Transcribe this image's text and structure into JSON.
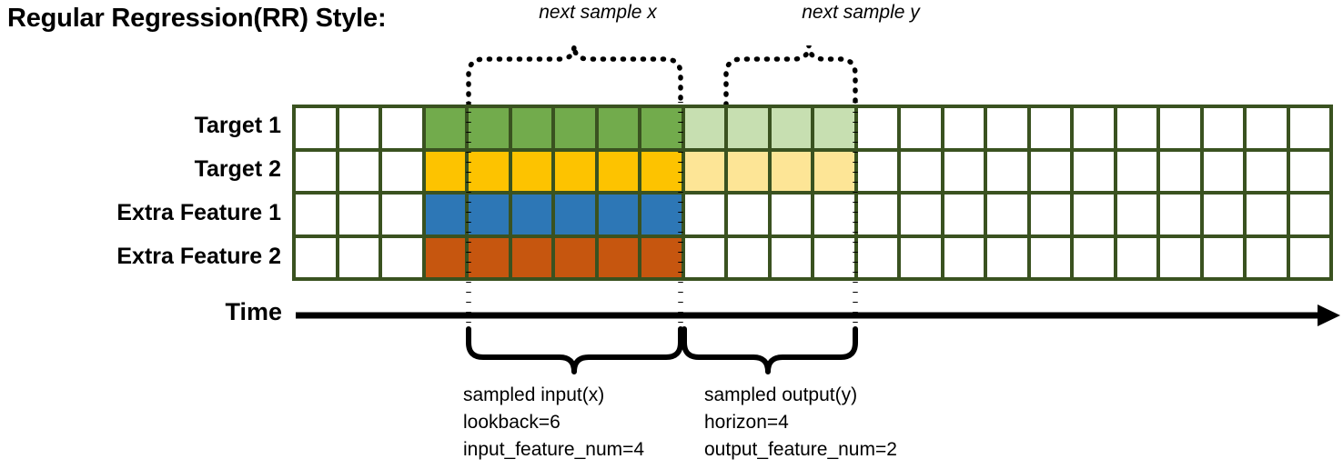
{
  "title": "Regular Regression(RR) Style:",
  "rows": [
    {
      "label": "Target 1",
      "name": "target-1"
    },
    {
      "label": "Target 2",
      "name": "target-2"
    },
    {
      "label": "Extra Feature 1",
      "name": "extra-feature-1"
    },
    {
      "label": "Extra Feature 2",
      "name": "extra-feature-2"
    }
  ],
  "grid": {
    "columns": 24,
    "lead_empty_columns": 3,
    "input_columns": 6,
    "output_columns": 4,
    "trailing_empty_columns": 11,
    "cell_classes": [
      [
        "c-empty",
        "c-empty",
        "c-empty",
        "c-green",
        "c-green",
        "c-green",
        "c-green",
        "c-green",
        "c-green",
        "c-greenl",
        "c-greenl",
        "c-greenl",
        "c-greenl",
        "c-empty",
        "c-empty",
        "c-empty",
        "c-empty",
        "c-empty",
        "c-empty",
        "c-empty",
        "c-empty",
        "c-empty",
        "c-empty",
        "c-empty"
      ],
      [
        "c-empty",
        "c-empty",
        "c-empty",
        "c-yellow",
        "c-yellow",
        "c-yellow",
        "c-yellow",
        "c-yellow",
        "c-yellow",
        "c-yellowl",
        "c-yellowl",
        "c-yellowl",
        "c-yellowl",
        "c-empty",
        "c-empty",
        "c-empty",
        "c-empty",
        "c-empty",
        "c-empty",
        "c-empty",
        "c-empty",
        "c-empty",
        "c-empty",
        "c-empty"
      ],
      [
        "c-empty",
        "c-empty",
        "c-empty",
        "c-blue",
        "c-blue",
        "c-blue",
        "c-blue",
        "c-blue",
        "c-blue",
        "c-empty",
        "c-empty",
        "c-empty",
        "c-empty",
        "c-empty",
        "c-empty",
        "c-empty",
        "c-empty",
        "c-empty",
        "c-empty",
        "c-empty",
        "c-empty",
        "c-empty",
        "c-empty",
        "c-empty"
      ],
      [
        "c-empty",
        "c-empty",
        "c-empty",
        "c-orange",
        "c-orange",
        "c-orange",
        "c-orange",
        "c-orange",
        "c-orange",
        "c-empty",
        "c-empty",
        "c-empty",
        "c-empty",
        "c-empty",
        "c-empty",
        "c-empty",
        "c-empty",
        "c-empty",
        "c-empty",
        "c-empty",
        "c-empty",
        "c-empty",
        "c-empty",
        "c-empty"
      ]
    ]
  },
  "time_axis": {
    "label": "Time"
  },
  "top_annotations": [
    {
      "name": "next-sample-x",
      "text": "next sample x"
    },
    {
      "name": "next-sample-y",
      "text": "next sample y"
    }
  ],
  "bottom_annotations": [
    {
      "name": "sampled-input",
      "lines": [
        "sampled input(x)",
        "lookback=6",
        "input_feature_num=4"
      ]
    },
    {
      "name": "sampled-output",
      "lines": [
        "sampled output(y)",
        "horizon=4",
        "output_feature_num=2"
      ]
    }
  ],
  "colors": {
    "grid_border": "#3a5220",
    "target_1": "#72ab4c",
    "target_1_faded": "#c7dfb1",
    "target_2": "#fdc300",
    "target_2_faded": "#fde596",
    "extra_feature_1": "#2d77b6",
    "extra_feature_2": "#c6560f",
    "empty_cell": "#ffffff",
    "annotation": "#000000"
  }
}
